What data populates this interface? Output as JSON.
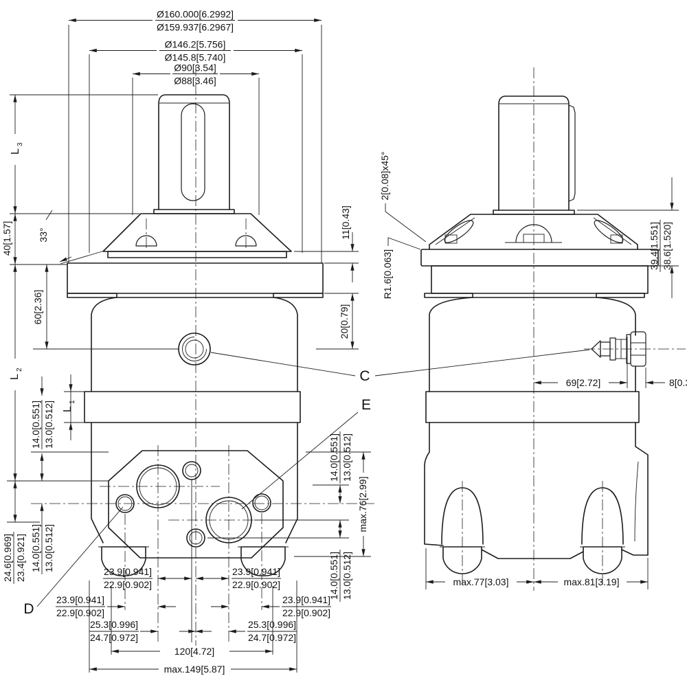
{
  "drawing": {
    "type": "hydraulic-motor-dimensional-drawing",
    "colors": {
      "line": "#1c1c1c",
      "background": "#ffffff"
    }
  },
  "front": {
    "d160_hi": "Ø160.000[6.2992]",
    "d160_lo": "Ø159.937[6.2967]",
    "d146_hi": "Ø146.2[5.756]",
    "d146_lo": "Ø145.8[5.740]",
    "d90_hi": "Ø90[3.54]",
    "d90_lo": "Ø88[3.46]",
    "L3": "L",
    "L3_sub": "3",
    "L2": "L",
    "L2_sub": "2",
    "L1": "L",
    "L1_sub": "1",
    "h40": "40[1.57]",
    "ang33": "33°",
    "h60": "60[2.36]",
    "h11": "11[0.43]",
    "h20": "20[0.79]",
    "t14_hi": "14.0[0.551]",
    "t14_lo": "13.0[0.512]",
    "t246_hi": "24.6[0.969]",
    "t246_lo": "23.4[0.921]",
    "w239_hi": "23.9[0.941]",
    "w239_lo": "22.9[0.902]",
    "w253_hi": "25.3[0.996]",
    "w253_lo": "24.7[0.972]",
    "w120": "120[4.72]",
    "w149": "max.149[5.87]",
    "v76": "max.76[2.99]"
  },
  "side": {
    "chamfer": "2[0.08]x45°",
    "fillet": "R1.6[0.063]",
    "v394_hi": "39.4[1.551]",
    "v394_lo": "38.6[1.520]",
    "w69": "69[2.72]",
    "w8": "8[0.3",
    "w77": "max.77[3.03]",
    "w81": "max.81[3.19]"
  },
  "labels": {
    "c": "C",
    "d": "D",
    "e": "E"
  }
}
